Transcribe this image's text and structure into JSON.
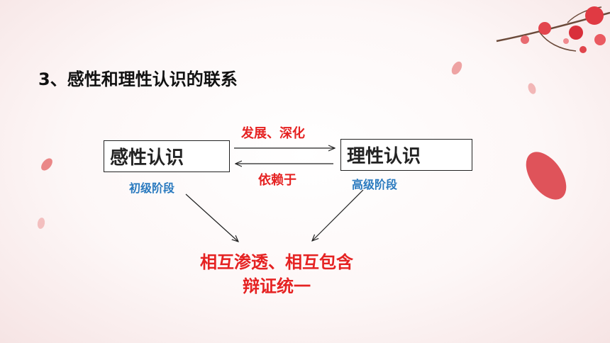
{
  "title": "3、感性和理性认识的联系",
  "left_box": {
    "label": "感性认识",
    "stage": "初级阶段"
  },
  "right_box": {
    "label": "理性认识",
    "stage": "高级阶段"
  },
  "arrow_forward_label": "发展、深化",
  "arrow_backward_label": "依赖于",
  "conclusion": {
    "line1": "相互渗透、相互包含",
    "line2": "辩证统一"
  },
  "colors": {
    "emphasis": "#e52222",
    "stage": "#2a7abf",
    "text": "#111111",
    "petal": "#d9363e"
  }
}
